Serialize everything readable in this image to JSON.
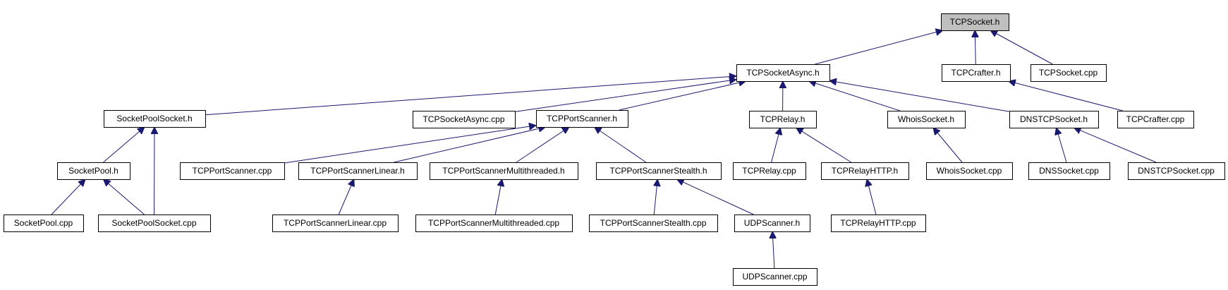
{
  "diagram": {
    "edge_color": "#191970",
    "root_fill": "#bfbfbf",
    "nodes": [
      {
        "id": "tcpsocket_h",
        "label": "TCPSocket.h",
        "root": true
      },
      {
        "id": "tcpsocketasync_h",
        "label": "TCPSocketAsync.h"
      },
      {
        "id": "tcpcrafter_h",
        "label": "TCPCrafter.h"
      },
      {
        "id": "tcpsocket_cpp",
        "label": "TCPSocket.cpp"
      },
      {
        "id": "socketpoolsocket_h",
        "label": "SocketPoolSocket.h"
      },
      {
        "id": "tcpsocketasync_cpp",
        "label": "TCPSocketAsync.cpp"
      },
      {
        "id": "tcpportscanner_h",
        "label": "TCPPortScanner.h"
      },
      {
        "id": "tcprelay_h",
        "label": "TCPRelay.h"
      },
      {
        "id": "whoissocket_h",
        "label": "WhoisSocket.h"
      },
      {
        "id": "dnstcpsocket_h",
        "label": "DNSTCPSocket.h"
      },
      {
        "id": "tcpcrafter_cpp",
        "label": "TCPCrafter.cpp"
      },
      {
        "id": "socketpool_h",
        "label": "SocketPool.h"
      },
      {
        "id": "tcpportscanner_cpp",
        "label": "TCPPortScanner.cpp"
      },
      {
        "id": "tcpportscannerlinear_h",
        "label": "TCPPortScannerLinear.h"
      },
      {
        "id": "tcpportscannermultithreaded_h",
        "label": "TCPPortScannerMultithreaded.h"
      },
      {
        "id": "tcpportscannerstealth_h",
        "label": "TCPPortScannerStealth.h"
      },
      {
        "id": "tcprelay_cpp",
        "label": "TCPRelay.cpp"
      },
      {
        "id": "tcprelayhttp_h",
        "label": "TCPRelayHTTP.h"
      },
      {
        "id": "whoissocket_cpp",
        "label": "WhoisSocket.cpp"
      },
      {
        "id": "dnssocket_cpp",
        "label": "DNSSocket.cpp"
      },
      {
        "id": "dnstcpsocket_cpp",
        "label": "DNSTCPSocket.cpp"
      },
      {
        "id": "socketpool_cpp",
        "label": "SocketPool.cpp"
      },
      {
        "id": "socketpoolsocket_cpp",
        "label": "SocketPoolSocket.cpp"
      },
      {
        "id": "tcpportscannerlinear_cpp",
        "label": "TCPPortScannerLinear.cpp"
      },
      {
        "id": "tcpportscannermultithreaded_cpp",
        "label": "TCPPortScannerMultithreaded.cpp"
      },
      {
        "id": "tcpportscannerstealth_cpp",
        "label": "TCPPortScannerStealth.cpp"
      },
      {
        "id": "udpscanner_h",
        "label": "UDPScanner.h"
      },
      {
        "id": "tcprelayhttp_cpp",
        "label": "TCPRelayHTTP.cpp"
      },
      {
        "id": "udpscanner_cpp",
        "label": "UDPScanner.cpp"
      }
    ],
    "edges": [
      {
        "from": "tcpsocketasync_h",
        "to": "tcpsocket_h"
      },
      {
        "from": "tcpcrafter_h",
        "to": "tcpsocket_h"
      },
      {
        "from": "tcpsocket_cpp",
        "to": "tcpsocket_h"
      },
      {
        "from": "socketpoolsocket_h",
        "to": "tcpsocketasync_h"
      },
      {
        "from": "tcpsocketasync_cpp",
        "to": "tcpsocketasync_h"
      },
      {
        "from": "tcpportscanner_h",
        "to": "tcpsocketasync_h"
      },
      {
        "from": "tcprelay_h",
        "to": "tcpsocketasync_h"
      },
      {
        "from": "whoissocket_h",
        "to": "tcpsocketasync_h"
      },
      {
        "from": "dnstcpsocket_h",
        "to": "tcpsocketasync_h"
      },
      {
        "from": "tcpcrafter_cpp",
        "to": "tcpcrafter_h"
      },
      {
        "from": "socketpool_h",
        "to": "socketpoolsocket_h"
      },
      {
        "from": "socketpoolsocket_cpp",
        "to": "socketpoolsocket_h"
      },
      {
        "from": "tcpportscanner_cpp",
        "to": "tcpportscanner_h"
      },
      {
        "from": "tcpportscannerlinear_h",
        "to": "tcpportscanner_h"
      },
      {
        "from": "tcpportscannermultithreaded_h",
        "to": "tcpportscanner_h"
      },
      {
        "from": "tcpportscannerstealth_h",
        "to": "tcpportscanner_h"
      },
      {
        "from": "tcprelay_cpp",
        "to": "tcprelay_h"
      },
      {
        "from": "tcprelayhttp_h",
        "to": "tcprelay_h"
      },
      {
        "from": "whoissocket_cpp",
        "to": "whoissocket_h"
      },
      {
        "from": "dnssocket_cpp",
        "to": "dnstcpsocket_h"
      },
      {
        "from": "dnstcpsocket_cpp",
        "to": "dnstcpsocket_h"
      },
      {
        "from": "socketpool_cpp",
        "to": "socketpool_h"
      },
      {
        "from": "socketpoolsocket_cpp",
        "to": "socketpool_h"
      },
      {
        "from": "tcpportscannerlinear_cpp",
        "to": "tcpportscannerlinear_h"
      },
      {
        "from": "tcpportscannermultithreaded_cpp",
        "to": "tcpportscannermultithreaded_h"
      },
      {
        "from": "tcpportscannerstealth_cpp",
        "to": "tcpportscannerstealth_h"
      },
      {
        "from": "udpscanner_h",
        "to": "tcpportscannerstealth_h"
      },
      {
        "from": "tcprelayhttp_cpp",
        "to": "tcprelayhttp_h"
      },
      {
        "from": "udpscanner_cpp",
        "to": "udpscanner_h"
      }
    ]
  }
}
